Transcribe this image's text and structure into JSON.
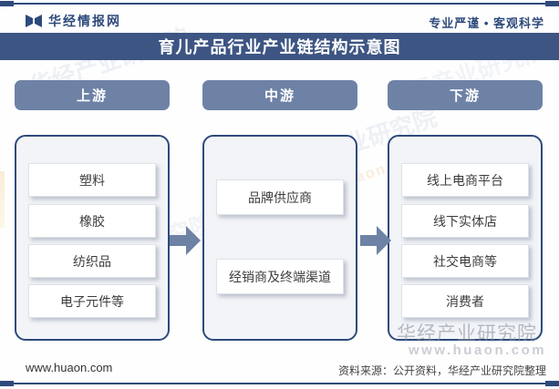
{
  "header": {
    "brand": "华经情报网",
    "tagline": "专业严谨 • 客观科学"
  },
  "title": "育儿产品行业产业链结构示意图",
  "columns": [
    {
      "id": "upstream",
      "header": "上游",
      "items": [
        "塑料",
        "橡胶",
        "纺织品",
        "电子元件等"
      ]
    },
    {
      "id": "midstream",
      "header": "中游",
      "items": [
        "品牌供应商",
        "经销商及终端渠道"
      ]
    },
    {
      "id": "downstream",
      "header": "下游",
      "items": [
        "线上电商平台",
        "线下实体店",
        "社交电商等",
        "消费者"
      ]
    }
  ],
  "footer": {
    "website": "www.huaon.com",
    "source": "资料来源：公开资料，华经产业研究院整理"
  },
  "watermarks": {
    "diagonal_text": "华经产业研究院",
    "diagonal_url": "www.huaon.com",
    "bottom_right_line1": "华经产业研究院",
    "bottom_right_line2": "www.huaon.com"
  },
  "icons": {
    "brand_logo": "book-mark-icon",
    "flow_arrow": "arrow-right-icon"
  },
  "colors": {
    "navy": "#2e4a7c",
    "title_bar": "#3d5583",
    "pill_and_arrow": "#6e82a6",
    "panel_background": "#f2f4f8",
    "box_text": "#3c3c3c",
    "watermark_gray": "#8c929e"
  }
}
